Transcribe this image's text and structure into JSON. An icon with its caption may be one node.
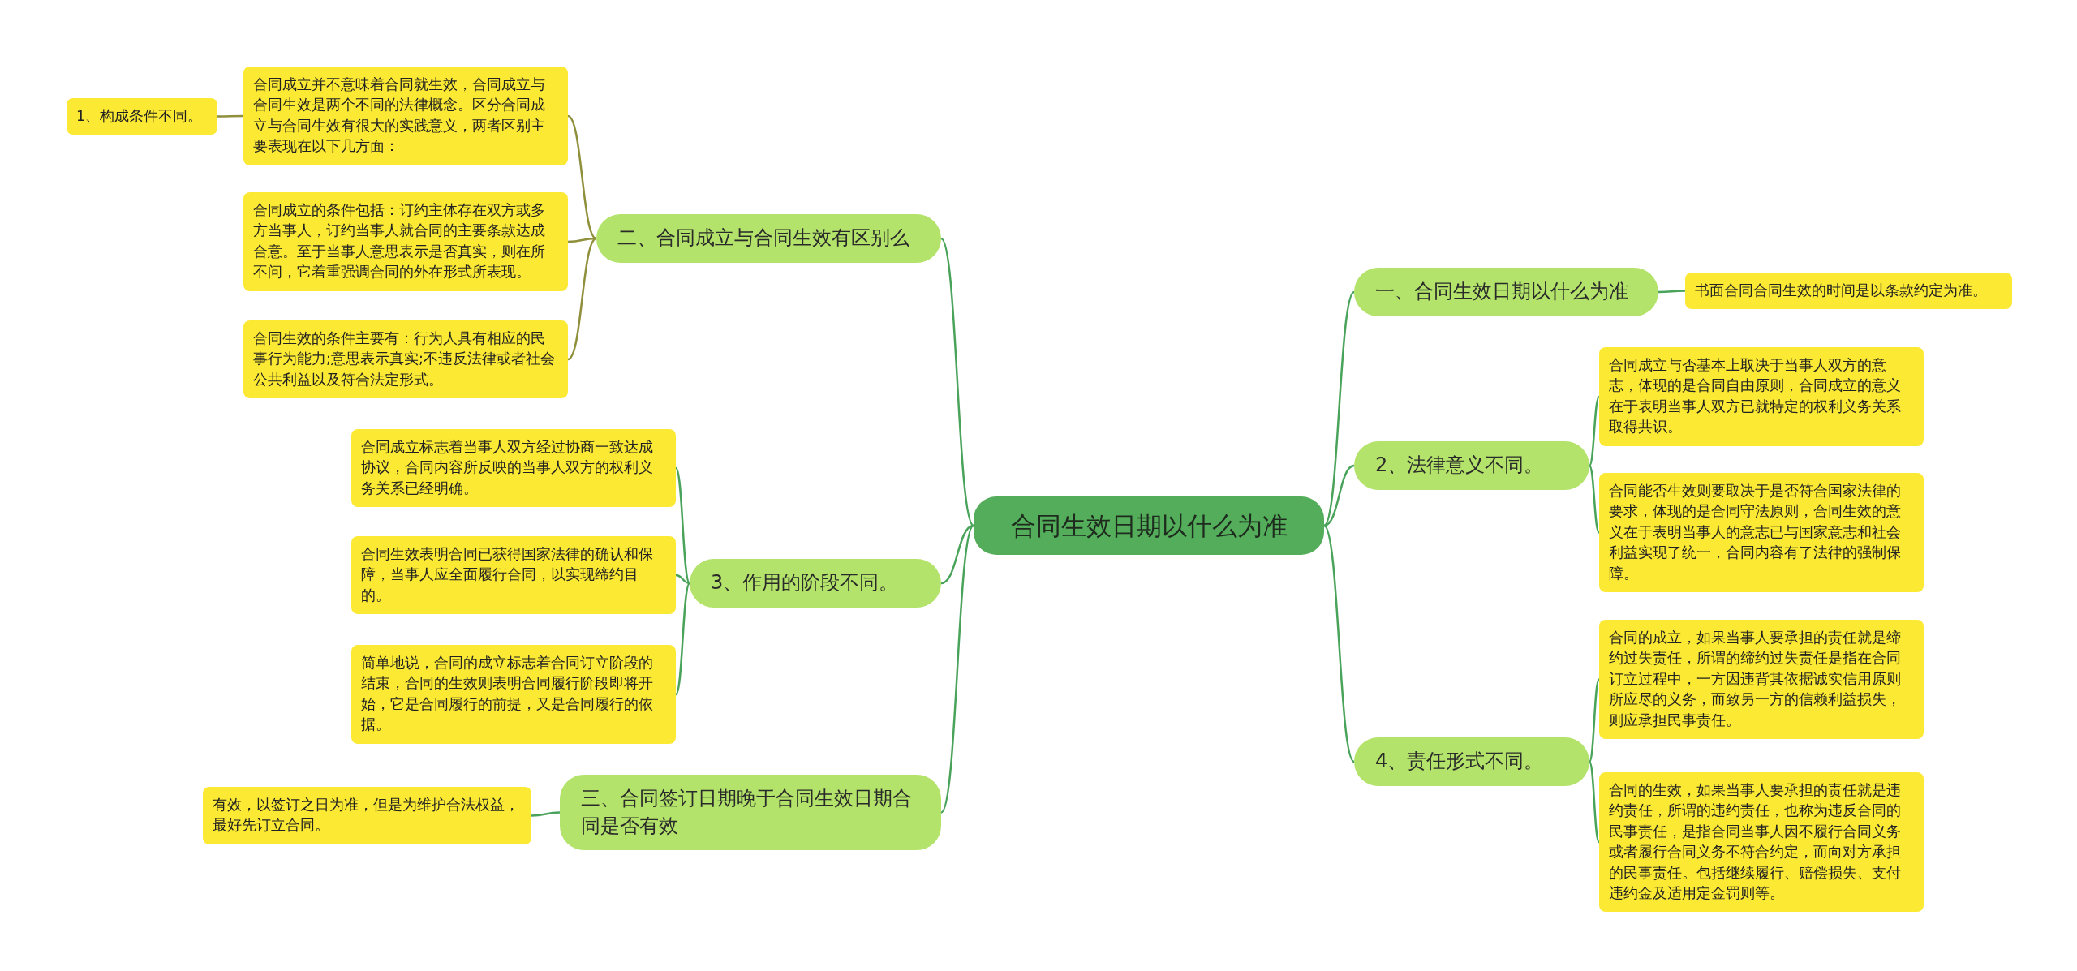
{
  "diagram": {
    "nodes": [
      {
        "text": [
          "合同生效日期以什么为准"
        ]
      },
      {
        "text": [
          "二、合同成立与合同生效有区别么"
        ]
      },
      {
        "text": [
          "合同成立并不意味着合同就生效，合同成立与合同生效是两个不同的法律概念。区分合同成立与合同生效有很大的实践意义，两者区别主要表现在以下几方面："
        ]
      },
      {
        "text": [
          "1、构成条件不同。"
        ]
      },
      {
        "text": [
          "合同成立的条件包括：订约主体存在双方或多方当事人，订约当事人就合同的主要条款达成合意。至于当事人意思表示是否真实，则在所不问，它着重强调合同的外在形式所表现。"
        ]
      },
      {
        "text": [
          "合同生效的条件主要有：行为人具有相应的民事行为能力;意思表示真实;不违反法律或者社会公共利益以及符合法定形式。"
        ]
      },
      {
        "text": [
          "3、作用的阶段不同。"
        ]
      },
      {
        "text": [
          "合同成立标志着当事人双方经过协商一致达成协议，合同内容所反映的当事人双方的权利义务关系已经明确。"
        ]
      },
      {
        "text": [
          "合同生效表明合同已获得国家法律的确认和保障，当事人应全面履行合同，以实现缔约目的。"
        ]
      },
      {
        "text": [
          "简单地说，合同的成立标志着合同订立阶段的结束，合同的生效则表明合同履行阶段即将开始，它是合同履行的前提，又是合同履行的依据。"
        ]
      },
      {
        "text": [
          "三、合同签订日期晚于合同生效日期合同是否有效"
        ]
      },
      {
        "text": [
          "有效，以签订之日为准，但是为维护合法权益，最好先订立合同。"
        ]
      },
      {
        "text": [
          "一、合同生效日期以什么为准"
        ]
      },
      {
        "text": [
          "书面合同合同生效的时间是以条款约定为准。"
        ]
      },
      {
        "text": [
          "2、法律意义不同。"
        ]
      },
      {
        "text": [
          "合同成立与否基本上取决于当事人双方的意志，体现的是合同自由原则，合同成立的意义在于表明当事人双方已就特定的权利义务关系取得共识。"
        ]
      },
      {
        "text": [
          "合同能否生效则要取决于是否符合国家法律的要求，体现的是合同守法原则，合同生效的意义在于表明当事人的意志已与国家意志和社会利益实现了统一，合同内容有了法律的强制保障。"
        ]
      },
      {
        "text": [
          "4、责任形式不同。"
        ]
      },
      {
        "text": [
          "合同的成立，如果当事人要承担的责任就是缔约过失责任，所谓的缔约过失责任是指在合同订立过程中，一方因违背其依据诚实信用原则所应尽的义务，而致另一方的信赖利益损失，则应承担民事责任。"
        ]
      },
      {
        "text": [
          "合同的生效，如果当事人要承担的责任就是违约责任，所谓的违约责任，也称为违反合同的民事责任，是指合同当事人因不履行合同义务或者履行合同义务不符合约定，而向对方承担的民事责任。包括继续履行、赔偿损失、支付违约金及适用定金罚则等。"
        ]
      }
    ],
    "edges": [
      {
        "from": 0,
        "to": 1,
        "arrow": "none"
      },
      {
        "from": 1,
        "to": 2,
        "arrow": "none",
        "color": "#8f8f3c"
      },
      {
        "from": 2,
        "to": 3,
        "arrow": "none",
        "color": "#8f8f3c"
      },
      {
        "from": 1,
        "to": 4,
        "arrow": "none",
        "color": "#8f8f3c"
      },
      {
        "from": 1,
        "to": 5,
        "arrow": "none",
        "color": "#8f8f3c"
      },
      {
        "from": 0,
        "to": 6,
        "arrow": "none"
      },
      {
        "from": 6,
        "to": 7,
        "arrow": "none"
      },
      {
        "from": 6,
        "to": 8,
        "arrow": "none"
      },
      {
        "from": 6,
        "to": 9,
        "arrow": "none"
      },
      {
        "from": 0,
        "to": 10,
        "arrow": "none"
      },
      {
        "from": 10,
        "to": 11,
        "arrow": "none"
      },
      {
        "from": 0,
        "to": 12,
        "arrow": "none"
      },
      {
        "from": 12,
        "to": 13,
        "arrow": "none"
      },
      {
        "from": 0,
        "to": 14,
        "arrow": "none"
      },
      {
        "from": 14,
        "to": 15,
        "arrow": "none"
      },
      {
        "from": 14,
        "to": 16,
        "arrow": "none"
      },
      {
        "from": 0,
        "to": 17,
        "arrow": "none"
      },
      {
        "from": 17,
        "to": 18,
        "arrow": "none"
      },
      {
        "from": 17,
        "to": 19,
        "arrow": "none"
      }
    ]
  }
}
